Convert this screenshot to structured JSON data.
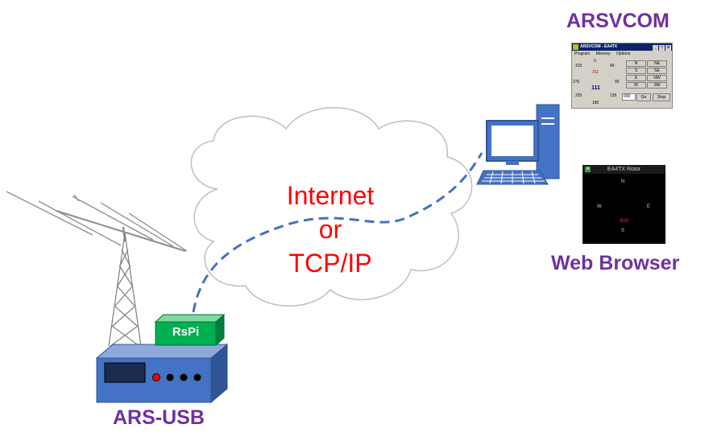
{
  "labels": {
    "arsvcom": "ARSVCOM",
    "web_browser": "Web Browser",
    "ars_usb": "ARS-USB",
    "rspi": "RsPi"
  },
  "cloud": {
    "line1": "Internet",
    "line2": "or",
    "line3": "TCP/IP"
  },
  "arsvcom_window": {
    "title": "ARSVCOM - EA4TX",
    "menu": [
      "Program",
      "Memory",
      "Options"
    ],
    "dial_marks": [
      "0",
      "45",
      "90",
      "135",
      "180",
      "225",
      "270",
      "315"
    ],
    "dial_value": "111",
    "dial_small": "311",
    "buttons": [
      "N",
      "NE",
      "S",
      "SE",
      "E",
      "NW",
      "W",
      "SW"
    ],
    "input_value": "000",
    "go_label": "Go",
    "stop_label": "Stop",
    "title_controls": [
      "_",
      "□",
      "x"
    ]
  },
  "rotor_display": {
    "title": "EA4TX Rotor",
    "badge": "A",
    "compass": [
      "N",
      "E",
      "S",
      "W"
    ],
    "value": "303°"
  },
  "colors": {
    "label_purple": "#7030a0",
    "cloud_text_red": "#ff0000",
    "link_blue": "#4472c4",
    "box_blue": "#4472c4",
    "rspi_green": "#00b050"
  }
}
